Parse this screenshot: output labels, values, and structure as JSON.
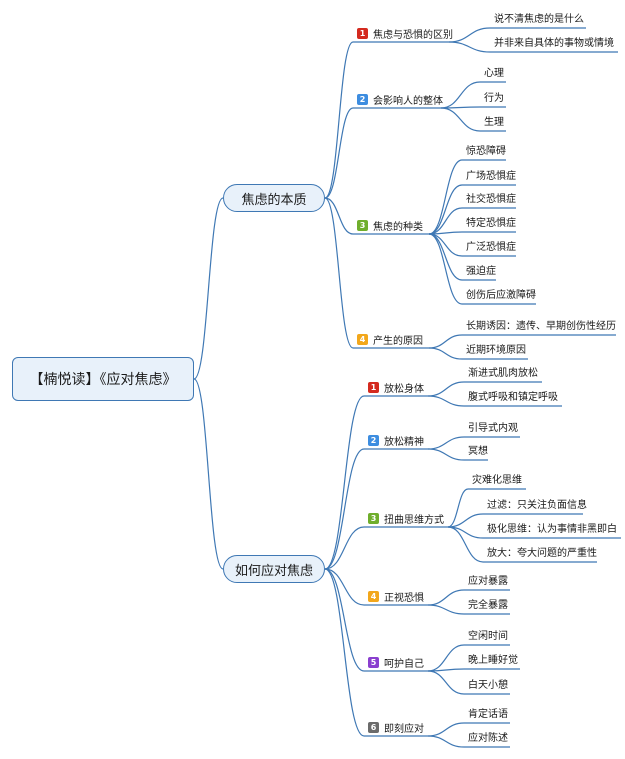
{
  "root": {
    "label": "【楠悦读】《应对焦虑》"
  },
  "branches": [
    {
      "label": "焦虑的本质",
      "subs": [
        {
          "num": "1",
          "label": "焦虑与恐惧的区别",
          "leaves": [
            "说不清焦虑的是什么",
            "并非来自具体的事物或情境"
          ]
        },
        {
          "num": "2",
          "label": "会影响人的整体",
          "leaves": [
            "心理",
            "行为",
            "生理"
          ]
        },
        {
          "num": "3",
          "label": "焦虑的种类",
          "leaves": [
            "惊恐障碍",
            "广场恐惧症",
            "社交恐惧症",
            "特定恐惧症",
            "广泛恐惧症",
            "强迫症",
            "创伤后应激障碍"
          ]
        },
        {
          "num": "4",
          "label": "产生的原因",
          "leaves": [
            "长期诱因：遗传、早期创伤性经历",
            "近期环境原因"
          ]
        }
      ]
    },
    {
      "label": "如何应对焦虑",
      "subs": [
        {
          "num": "1",
          "label": "放松身体",
          "leaves": [
            "渐进式肌肉放松",
            "腹式呼吸和镇定呼吸"
          ]
        },
        {
          "num": "2",
          "label": "放松精神",
          "leaves": [
            "引导式内观",
            "冥想"
          ]
        },
        {
          "num": "3",
          "label": "扭曲思维方式",
          "leaves": [
            "灾难化思维",
            "过滤：只关注负面信息",
            "极化思维：认为事情非黑即白",
            "放大：夸大问题的严重性"
          ]
        },
        {
          "num": "4",
          "label": "正视恐惧",
          "leaves": [
            "应对暴露",
            "完全暴露"
          ]
        },
        {
          "num": "5",
          "label": "呵护自己",
          "leaves": [
            "空闲时间",
            "晚上睡好觉",
            "白天小憩"
          ]
        },
        {
          "num": "6",
          "label": "即刻应对",
          "leaves": [
            "肯定话语",
            "应对陈述"
          ]
        }
      ]
    }
  ],
  "colors": {
    "line": "#3f78b4",
    "badges": [
      "#d42a1f",
      "#3d8de0",
      "#6fae2c",
      "#f2a71b",
      "#8a3fcf",
      "#6b6b6b"
    ]
  }
}
